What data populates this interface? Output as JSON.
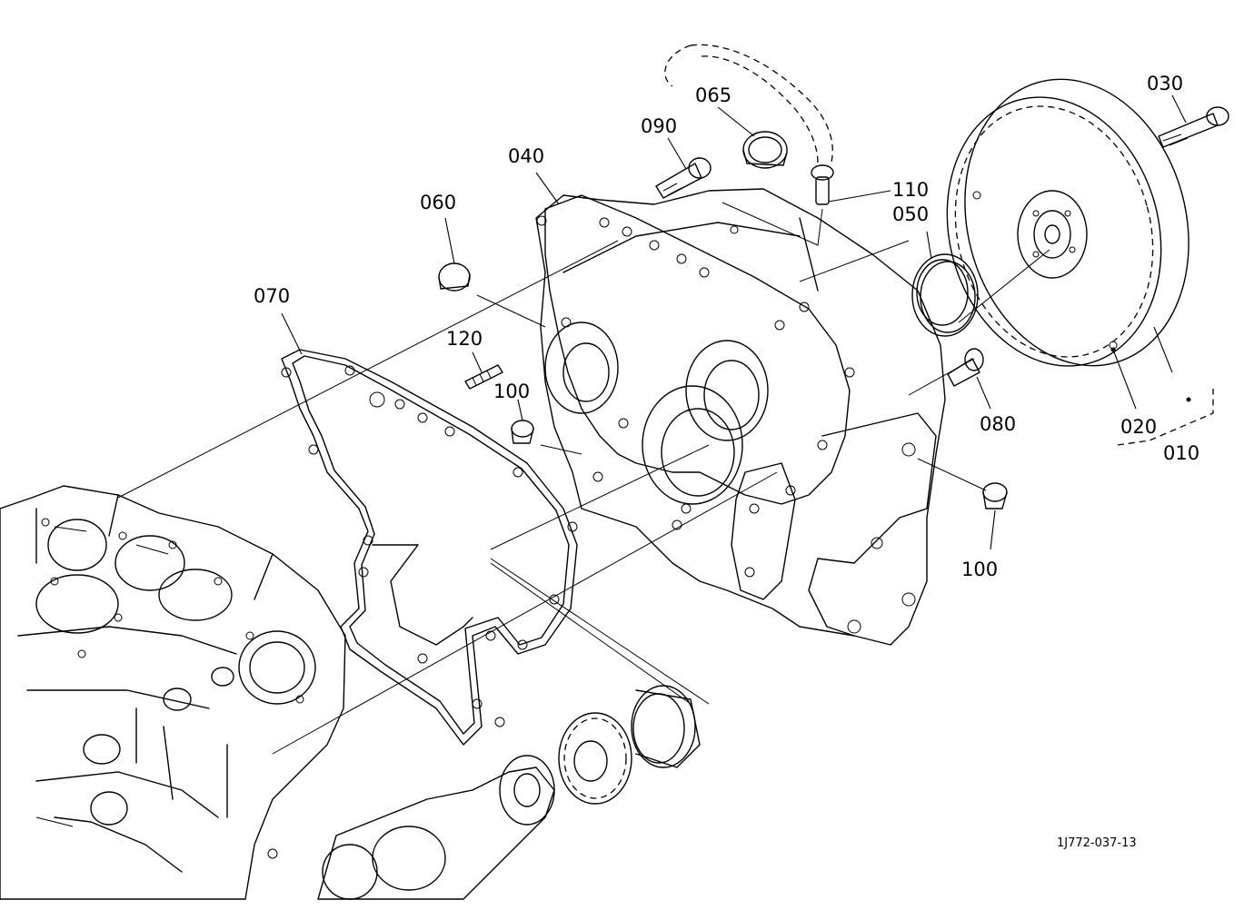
{
  "callouts": {
    "c010": "010",
    "c020": "020",
    "c030": "030",
    "c040": "040",
    "c050": "050",
    "c060": "060",
    "c065": "065",
    "c070": "070",
    "c080": "080",
    "c090": "090",
    "c100a": "100",
    "c100b": "100",
    "c110": "110",
    "c120": "120"
  },
  "drawing_number": "1J772-037-13",
  "colors": {
    "line": "#000000",
    "background": "#ffffff"
  }
}
